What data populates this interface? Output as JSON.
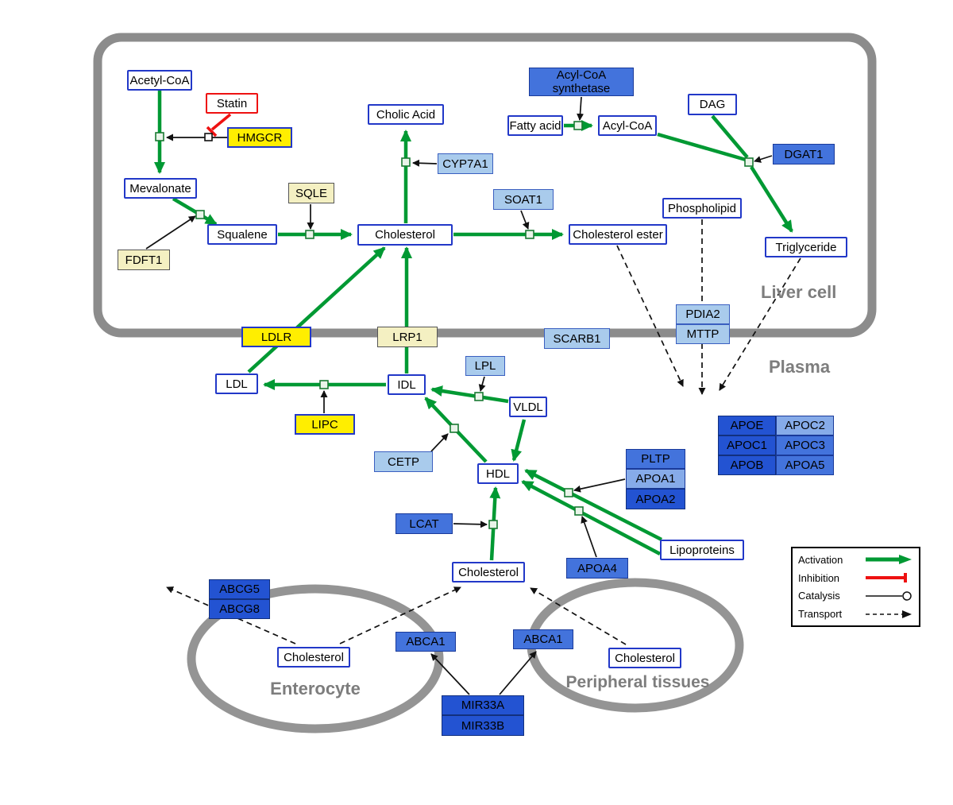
{
  "regions": {
    "liver_cell": "Liver cell",
    "plasma": "Plasma",
    "enterocyte": "Enterocyte",
    "peripheral": "Peripheral tissues"
  },
  "nodes": {
    "acetyl_coa": "Acetyl-CoA",
    "statin": "Statin",
    "hmgcr": "HMGCR",
    "mevalonate": "Mevalonate",
    "sqle": "SQLE",
    "fdft1": "FDFT1",
    "squalene": "Squalene",
    "cholesterol_liver": "Cholesterol",
    "cholic_acid": "Cholic Acid",
    "cyp7a1": "CYP7A1",
    "acyl_coa_synthetase": "Acyl-CoA\nsynthetase",
    "fatty_acid": "Fatty acid",
    "acyl_coa": "Acyl-CoA",
    "dag": "DAG",
    "dgat1": "DGAT1",
    "soat1": "SOAT1",
    "cholesterol_ester": "Cholesterol ester",
    "phospholipid": "Phospholipid",
    "triglyceride": "Triglyceride",
    "pdia2": "PDIA2",
    "mttp": "MTTP",
    "ldlr": "LDLR",
    "lrp1": "LRP1",
    "scarb1": "SCARB1",
    "ldl": "LDL",
    "idl": "IDL",
    "lpl": "LPL",
    "vldl": "VLDL",
    "lipc": "LIPC",
    "cetp": "CETP",
    "hdl": "HDL",
    "pltp": "PLTP",
    "apoa1": "APOA1",
    "apoa2": "APOA2",
    "apoe": "APOE",
    "apoc2": "APOC2",
    "apoc1": "APOC1",
    "apoc3": "APOC3",
    "apob": "APOB",
    "apoa5": "APOA5",
    "lcat": "LCAT",
    "apoa4": "APOA4",
    "lipoproteins": "Lipoproteins",
    "cholesterol_plasma": "Cholesterol",
    "abcg5": "ABCG5",
    "abcg8": "ABCG8",
    "cholesterol_enterocyte": "Cholesterol",
    "abca1_enterocyte": "ABCA1",
    "abca1_peripheral": "ABCA1",
    "cholesterol_peripheral": "Cholesterol",
    "mir33a": "MIR33A",
    "mir33b": "MIR33B"
  },
  "legend": {
    "activation": "Activation",
    "inhibition": "Inhibition",
    "catalysis": "Catalysis",
    "transport": "Transport"
  },
  "colors": {
    "activation_green": "#009933",
    "inhibition_red": "#ee1111",
    "membrane_gray": "#8c8c8c",
    "metabolite_border_blue": "#2238c8",
    "enzyme_yellow": "#ffee00",
    "enzyme_pale_yellow": "#f4f0c2",
    "enzyme_light_blue": "#a9cbec",
    "enzyme_medium_blue": "#4373dc",
    "enzyme_dark_blue": "#2353d2"
  }
}
